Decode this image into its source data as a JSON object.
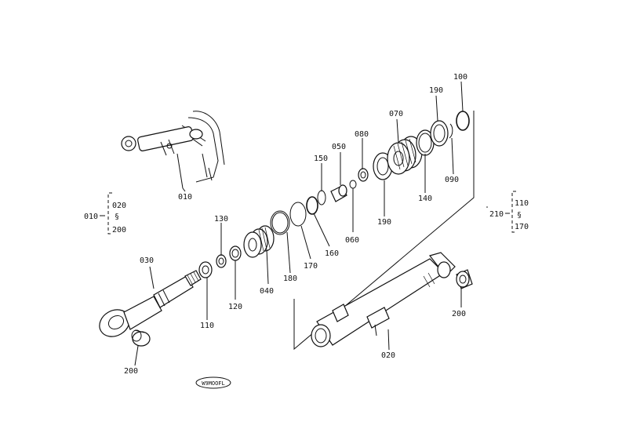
{
  "parts": {
    "p010": "010",
    "p020": "020",
    "p030": "030",
    "p040": "040",
    "p050": "050",
    "p060": "060",
    "p070": "070",
    "p080": "080",
    "p090": "090",
    "p100": "100",
    "p110": "110",
    "p120": "120",
    "p130": "130",
    "p140": "140",
    "p150": "150",
    "p160": "160",
    "p170": "170",
    "p180": "180",
    "p190": "190",
    "p200": "200",
    "p210": "210"
  },
  "groups": {
    "left": {
      "parent": "010",
      "from": "020",
      "to": "200"
    },
    "right": {
      "parent": "210",
      "from": "110",
      "to": "170"
    }
  },
  "watermark": "W9MOOFL"
}
